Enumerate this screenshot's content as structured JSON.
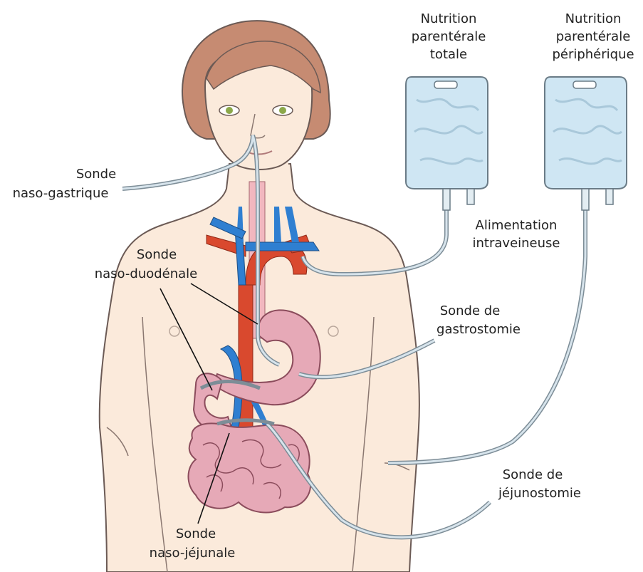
{
  "labels": {
    "tpn_line1": "Nutrition",
    "tpn_line2": "parentérale",
    "tpn_line3": "totale",
    "ppn_line1": "Nutrition",
    "ppn_line2": "parentérale",
    "ppn_line3": "périphérique",
    "ng_line1": "Sonde",
    "ng_line2": "naso-gastrique",
    "iv_line1": "Alimentation",
    "iv_line2": "intraveineuse",
    "nd_line1": "Sonde",
    "nd_line2": "naso-duodénale",
    "gastro_line1": "Sonde de",
    "gastro_line2": "gastrostomie",
    "jejuno_line1": "Sonde de",
    "jejuno_line2": "jéjunostomie",
    "nj_line1": "Sonde",
    "nj_line2": "naso-jéjunale"
  },
  "colors": {
    "skin": "#fbeadb",
    "skin_outline": "#6b5a55",
    "hair": "#c68b72",
    "vein": "#2f7fd1",
    "artery": "#d9492e",
    "organ": "#e6a9b7",
    "tube": "#c9d9e2",
    "bag": "#cfe6f3"
  }
}
